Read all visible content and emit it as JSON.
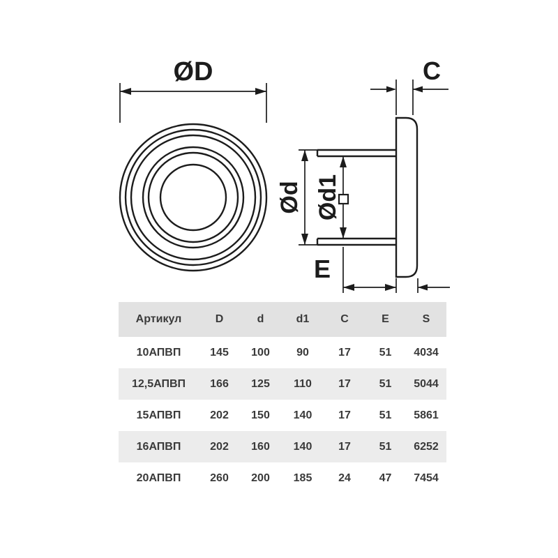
{
  "diagram": {
    "labels": {
      "outer_d": "ØD",
      "body_d": "Ød",
      "inner_d": "Ød1",
      "c": "C",
      "e": "E"
    }
  },
  "table": {
    "headers": [
      "Артикул",
      "D",
      "d",
      "d1",
      "C",
      "E",
      "S"
    ],
    "rows": [
      [
        "10АПВП",
        "145",
        "100",
        "90",
        "17",
        "51",
        "4034"
      ],
      [
        "12,5АПВП",
        "166",
        "125",
        "110",
        "17",
        "51",
        "5044"
      ],
      [
        "15АПВП",
        "202",
        "150",
        "140",
        "17",
        "51",
        "5861"
      ],
      [
        "16АПВП",
        "202",
        "160",
        "140",
        "17",
        "51",
        "6252"
      ],
      [
        "20АПВП",
        "260",
        "200",
        "185",
        "24",
        "47",
        "7454"
      ]
    ]
  }
}
